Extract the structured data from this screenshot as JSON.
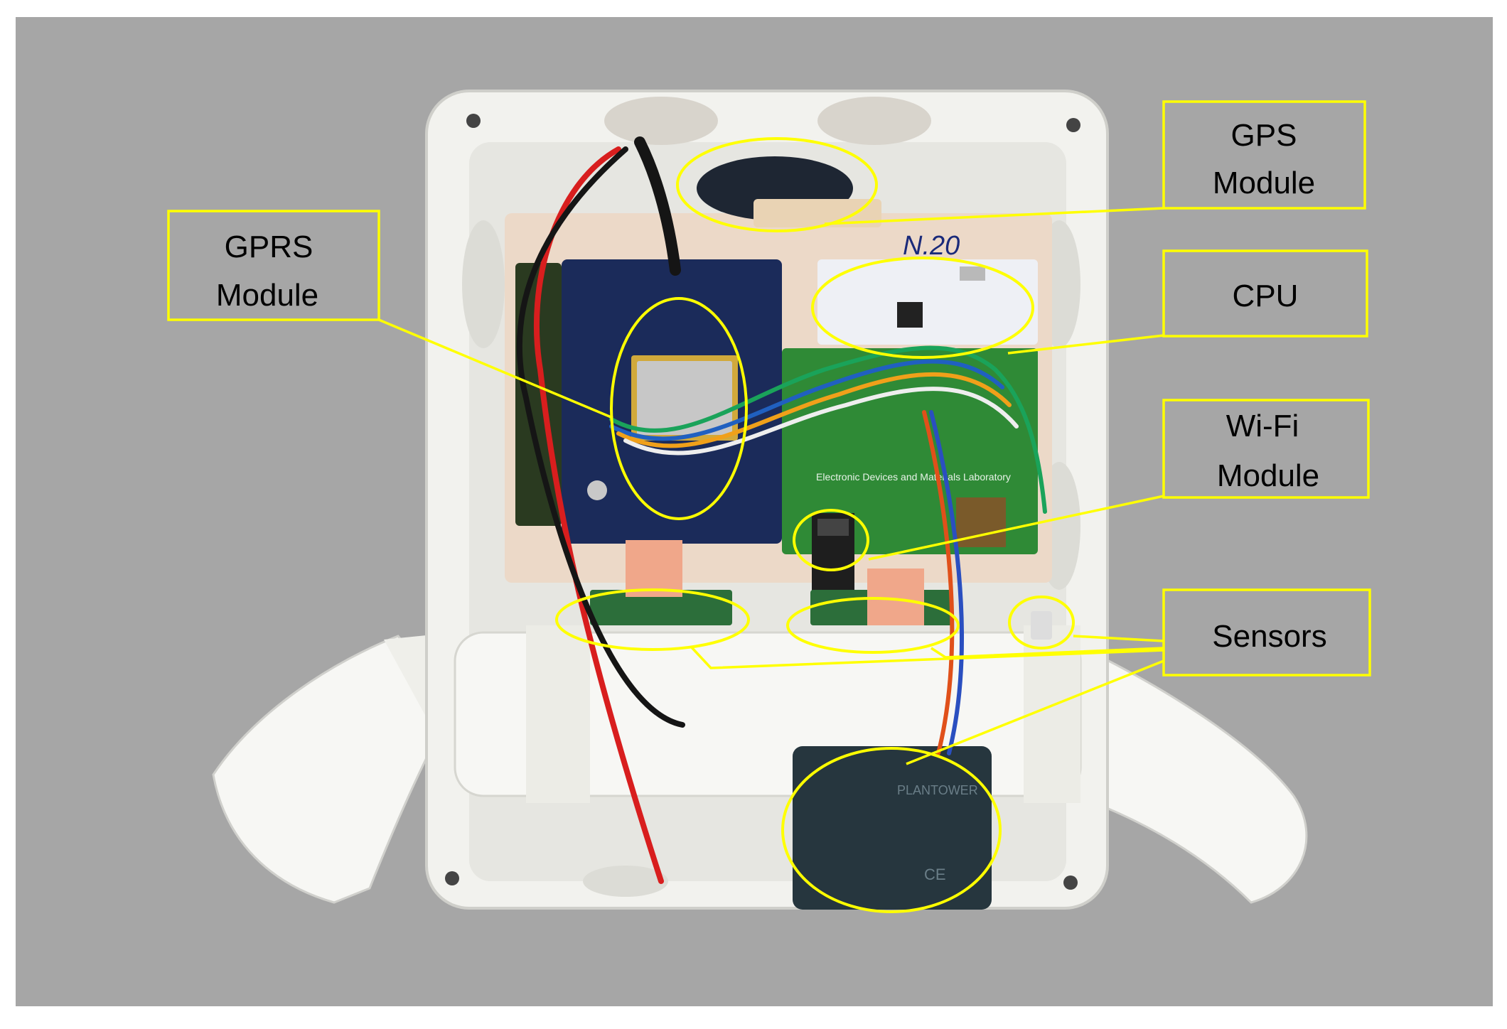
{
  "colors": {
    "background": "#a6a6a6",
    "annotation": "#ffff00",
    "enclosure": "#f2f2ee",
    "pipe": "#f7f7f4"
  },
  "labels": {
    "gps": {
      "line1": "GPS",
      "line2": "Module"
    },
    "gprs": {
      "line1": "GPRS",
      "line2": "Module"
    },
    "cpu": {
      "line1": "CPU"
    },
    "wifi": {
      "line1": "Wi-Fi",
      "line2": "Module"
    },
    "sensors": {
      "line1": "Sensors"
    }
  },
  "board_text": {
    "board_id": "N.20",
    "lab_text": "Electronic Devices and Materials Laboratory",
    "sensor_brand": "PLANTOWER",
    "ce_mark": "CE"
  }
}
